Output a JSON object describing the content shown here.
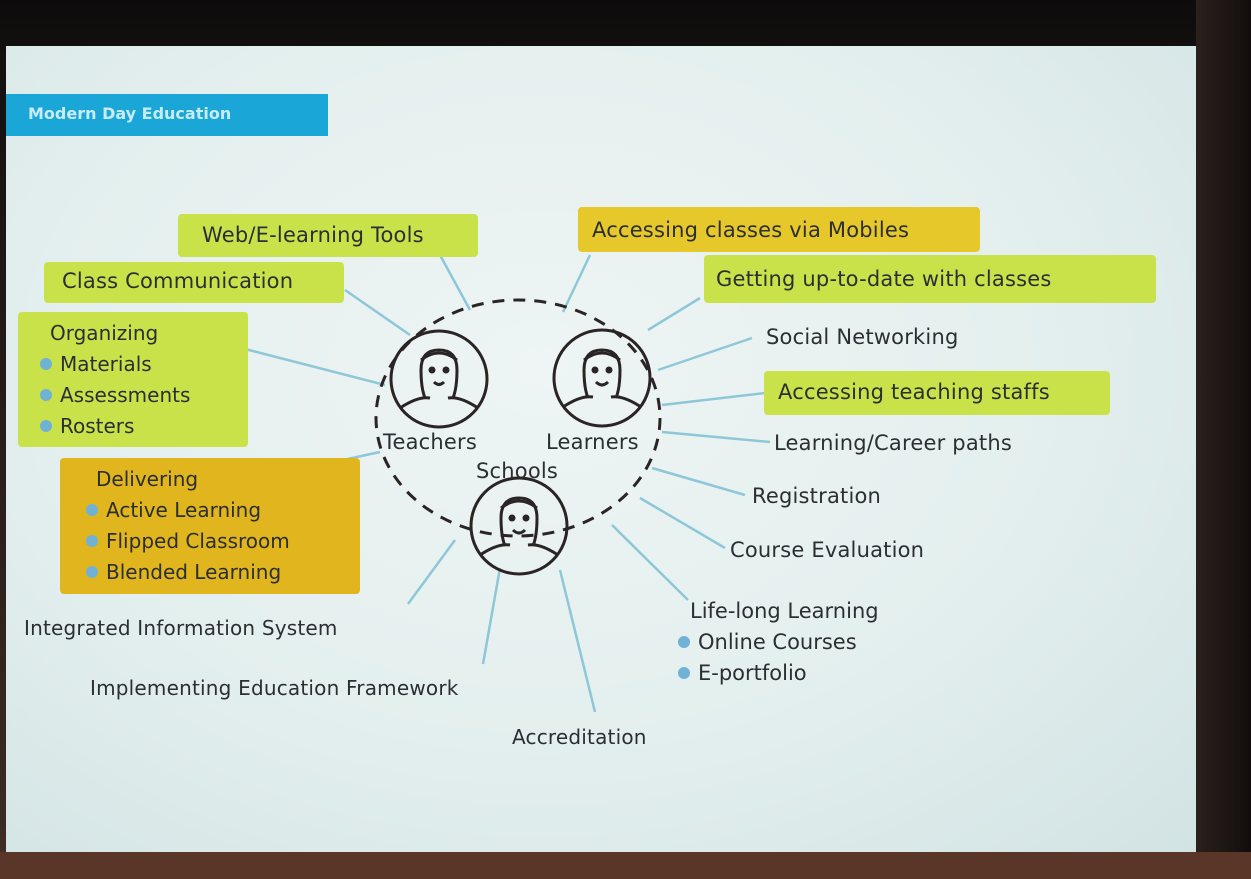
{
  "slide_title": "Modern Day Education",
  "center": {
    "teachers": "Teachers",
    "learners": "Learners",
    "schools": "Schools"
  },
  "left": {
    "web_tools": "Web/E-learning Tools",
    "class_comm": "Class Communication",
    "organizing": {
      "heading": "Organizing",
      "items": [
        "Materials",
        "Assessments",
        "Rosters"
      ]
    },
    "delivering": {
      "heading": "Delivering",
      "items": [
        "Active Learning",
        "Flipped Classroom",
        "Blended Learning"
      ]
    },
    "integrated": "Integrated Information System",
    "framework": "Implementing Education Framework",
    "accreditation": "Accreditation"
  },
  "right": {
    "mobiles": "Accessing classes via Mobiles",
    "uptodate": "Getting up-to-date with classes",
    "social": "Social Networking",
    "teaching_staffs": "Accessing teaching staffs",
    "career": "Learning/Career paths",
    "registration": "Registration",
    "evaluation": "Course Evaluation",
    "lifelong": {
      "heading": "Life-long Learning",
      "items": [
        "Online Courses",
        "E-portfolio"
      ]
    }
  },
  "colors": {
    "title_bg": "#1aa6d6",
    "green_box": "#c9e24a",
    "gold_box": "#e0b51d",
    "connector": "#8ec7d8",
    "circle": "#2a2424"
  },
  "icons": [
    "teacher-avatar-icon",
    "learner-avatar-icon",
    "school-avatar-icon"
  ]
}
